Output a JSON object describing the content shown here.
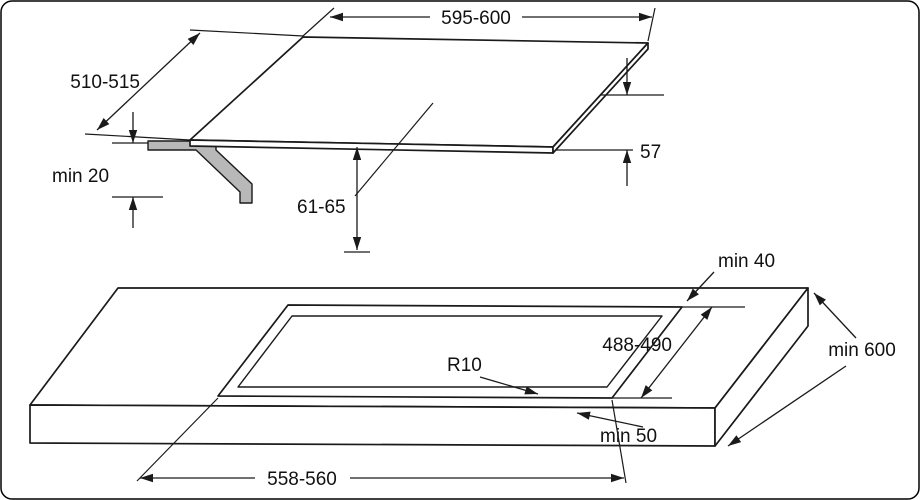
{
  "drawing": {
    "hob": {
      "width": "595-600",
      "depth": "510-515",
      "height_total": "61-65",
      "height_body": "57",
      "clearance_below": "min 20"
    },
    "worktop": {
      "cutout_width": "558-560",
      "cutout_depth": "488-490",
      "distance_to_back_edge": "min 40",
      "distance_to_front_edge": "min 50",
      "corner_radius": "R10",
      "min_depth": "min 600"
    },
    "colors": {
      "line": "#1a1a1a",
      "bracket_fill": "#b8b8b8",
      "background": "#ffffff"
    }
  }
}
